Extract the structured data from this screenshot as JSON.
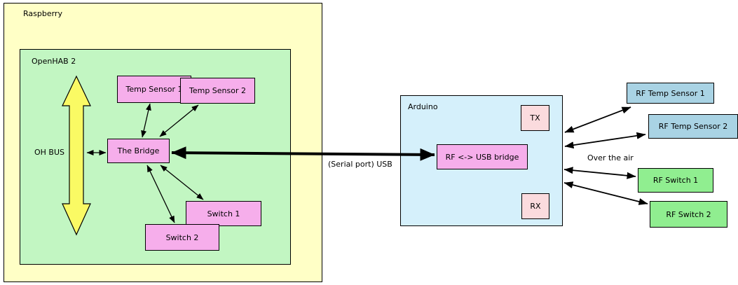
{
  "diagram": {
    "containers": {
      "raspberry": {
        "label": "Raspberry",
        "fill": "#ffffc6"
      },
      "openhab": {
        "label": "OpenHAB 2",
        "fill": "#c2f6c2"
      },
      "arduino": {
        "label": "Arduino",
        "fill": "#d5f0fb"
      }
    },
    "bus": {
      "label": "OH BUS",
      "fill": "#fafa64"
    },
    "nodes": {
      "temp_sensor_1": {
        "label": "Temp Sensor 1",
        "fill": "#f6aeeb"
      },
      "temp_sensor_2": {
        "label": "Temp Sensor 2",
        "fill": "#f6aeeb"
      },
      "the_bridge": {
        "label": "The Bridge",
        "fill": "#f6aeeb"
      },
      "switch_1": {
        "label": "Switch 1",
        "fill": "#f6aeeb"
      },
      "switch_2": {
        "label": "Switch 2",
        "fill": "#f6aeeb"
      },
      "tx": {
        "label": "TX",
        "fill": "#fbdbde"
      },
      "rx": {
        "label": "RX",
        "fill": "#fbdbde"
      },
      "rf_usb_bridge": {
        "label": "RF <-> USB bridge",
        "fill": "#f6aeeb"
      },
      "rf_temp_sensor_1": {
        "label": "RF Temp Sensor 1",
        "fill": "#a9d3e4"
      },
      "rf_temp_sensor_2": {
        "label": "RF Temp Sensor 2",
        "fill": "#a9d3e4"
      },
      "rf_switch_1": {
        "label": "RF Switch 1",
        "fill": "#90ee90"
      },
      "rf_switch_2": {
        "label": "RF Switch 2",
        "fill": "#90ee90"
      }
    },
    "edge_labels": {
      "serial": "(Serial port) USB",
      "over_the_air": "Over the air"
    },
    "connections": [
      {
        "from": "OH BUS",
        "to": "The Bridge",
        "type": "bidirectional"
      },
      {
        "from": "The Bridge",
        "to": "Temp Sensor 1",
        "type": "bidirectional"
      },
      {
        "from": "The Bridge",
        "to": "Temp Sensor 2",
        "type": "bidirectional"
      },
      {
        "from": "The Bridge",
        "to": "Switch 1",
        "type": "bidirectional"
      },
      {
        "from": "The Bridge",
        "to": "Switch 2",
        "type": "bidirectional"
      },
      {
        "from": "The Bridge",
        "to": "RF <-> USB bridge",
        "type": "bidirectional",
        "label": "(Serial port) USB",
        "style": "thick"
      },
      {
        "from": "Arduino",
        "to": "RF Temp Sensor 1",
        "type": "bidirectional",
        "label": "Over the air"
      },
      {
        "from": "Arduino",
        "to": "RF Temp Sensor 2",
        "type": "bidirectional",
        "label": "Over the air"
      },
      {
        "from": "Arduino",
        "to": "RF Switch 1",
        "type": "bidirectional",
        "label": "Over the air"
      },
      {
        "from": "Arduino",
        "to": "RF Switch 2",
        "type": "bidirectional",
        "label": "Over the air"
      }
    ],
    "colors": {
      "background": "#ffffff",
      "border": "#000000",
      "arrow": "#000000"
    }
  }
}
